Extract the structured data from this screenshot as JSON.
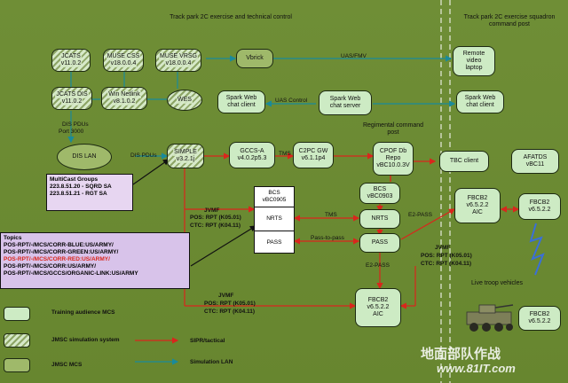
{
  "titles": {
    "exercise_control": "Track park 2C exercise and technical control",
    "squadron_post": "Track park 2C exercise squadron command post",
    "regimental_post": "Regimental command post",
    "live_troop": "Live troop vehicles"
  },
  "nodes": {
    "jcats1": {
      "l1": "JCATS",
      "l2": "v11.0.2"
    },
    "muse_css": {
      "l1": "MUSE CSS",
      "l2": "v18.0.0.4"
    },
    "muse_vrsg": {
      "l1": "MUSE VRSG",
      "l2": "v18.0.0.4"
    },
    "vbrick": {
      "l1": "Vbrick"
    },
    "remote_video": {
      "l1": "Remote",
      "l2": "video",
      "l3": "laptop"
    },
    "jcats_dis": {
      "l1": "JCATS DIS",
      "l2": "v11.0.2"
    },
    "win_netlink": {
      "l1": "Win Netlink",
      "l2": "v8.1.0.2"
    },
    "wes": {
      "l1": "WES"
    },
    "spark_client1": {
      "l1": "Spark Web",
      "l2": "chat client"
    },
    "spark_server": {
      "l1": "Spark Web",
      "l2": "chat server"
    },
    "spark_client2": {
      "l1": "Spark Web",
      "l2": "chat client"
    },
    "dis_lan": {
      "l1": "DIS LAN"
    },
    "simple": {
      "l1": "SIMPLE",
      "l2": "v3.2.1j"
    },
    "gccs": {
      "l1": "GCCS-A",
      "l2": "v4.0.2p5.3"
    },
    "c2pc": {
      "l1": "C2PC GW",
      "l2": "v6.1.1p4"
    },
    "cpof": {
      "l1": "CPOF Db",
      "l2": "Repo",
      "l3": "vBC10.0.3V"
    },
    "tbc": {
      "l1": "TBC client"
    },
    "afatds": {
      "l1": "AFATDS",
      "l2": "vBC11"
    },
    "bcs_small": {
      "l1": "BCS",
      "l2": "vBC0903"
    },
    "nrts": {
      "l1": "NRTS"
    },
    "pass": {
      "l1": "PASS"
    },
    "fbcb2_aic": {
      "l1": "FBCB2",
      "l2": "v6.5.2.2",
      "l3": "AIC"
    },
    "fbcb2_right": {
      "l1": "FBCB2",
      "l2": "v6.5.2.2"
    },
    "fbcb2_bottom": {
      "l1": "FBCB2",
      "l2": "v6.5.2.2",
      "l3": "AIC"
    },
    "fbcb2_vehicle": {
      "l1": "FBCB2",
      "l2": "v6.5.2.2"
    }
  },
  "bcs_stack": {
    "header": "BCS",
    "version": "vBC0905",
    "nrts": "NRTS",
    "pass": "PASS"
  },
  "links": {
    "dis_pdus_port": "DIS PDUs",
    "port": "Port 3000",
    "dis_pdus": "DIS PDUs",
    "uas_fmv": "UAS/FMV",
    "uas_control": "UAS Control",
    "tms1": "TMS",
    "tms2": "TMS",
    "e2pass1": "E2-PASS",
    "e2pass2": "E2-PASS",
    "pass_to_pass": "Pass-to-pass",
    "jvmf_top": "JVMF",
    "pos_top": "POS: RPT (K05.01)",
    "ctc_top": "CTC: RPT (K04.11)",
    "jvmf_right": "JVMF",
    "pos_right": "POS: RPT (K05.01)",
    "ctc_right": "CTC: RPT (K04.11)",
    "jvmf_bottom": "JVMF",
    "pos_bottom": "POS: RPT (K05.01)",
    "ctc_bottom": "CTC: RPT (K04.11)"
  },
  "multicast": {
    "header": "MultiCast Groups",
    "line1": "223.8.51.20 - SQRD SA",
    "line2": "223.8.51.21 - RGT SA"
  },
  "topics": {
    "header": "Topics",
    "items": [
      "POS-RPT/-/MCS/CORR-BLUE:US/ARMY/",
      "POS-RPT/-/MCS/CORR-GREEN:US/ARMY/",
      "POS-RPT/-/MCS/CORR-RED:US/ARMY/",
      "POS-RPT/-/MCS/CORR:US/ARMY/",
      "POS-RPT/-/MCS/GCCS/ORGANIC-LINK:US/ARMY"
    ]
  },
  "legend": {
    "training": "Training audience MCS",
    "jmsc_sim": "JMSC simulation system",
    "jmsc_mcs": "JMSC MCS",
    "sipr": "SIPR/tactical",
    "sim_lan": "Simulation LAN"
  },
  "watermark": {
    "text1": "地面部队作战",
    "text2": "www.81IT.com"
  },
  "colors": {
    "red": "#d9261c",
    "teal": "#1a8a9a",
    "black": "#111111"
  }
}
